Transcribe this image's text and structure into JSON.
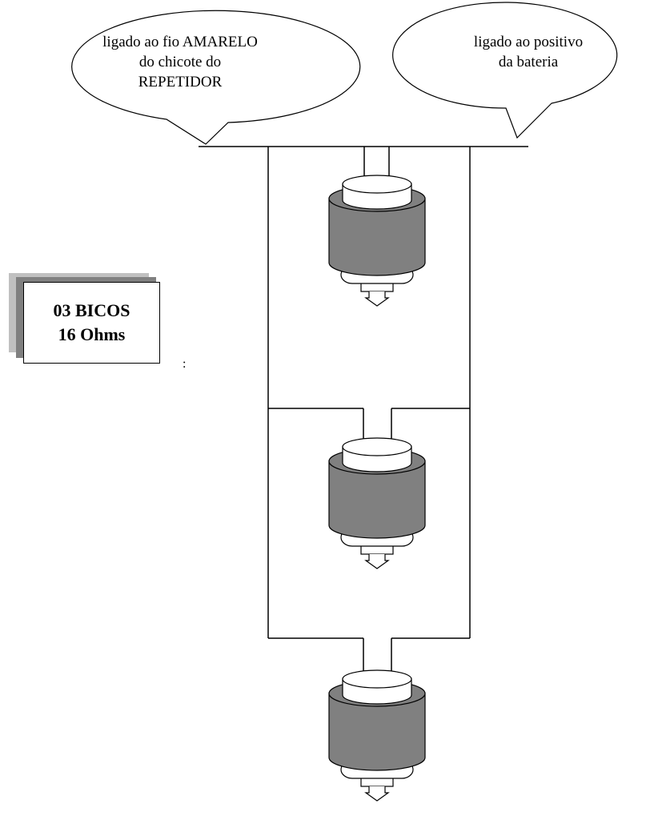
{
  "callouts": {
    "left": {
      "lines": [
        "ligado ao fio AMARELO",
        "do chicote do",
        "REPETIDOR"
      ]
    },
    "right": {
      "lines": [
        "ligado ao positivo",
        "da bateria"
      ]
    }
  },
  "badge": {
    "line1": "03 BICOS",
    "line2": "16 Ohms"
  },
  "stray_mark": ":",
  "colors": {
    "line": "#000000",
    "coil_body": "#808080",
    "badge_shadow_dark": "#808080",
    "badge_shadow_light": "#c0c0c0"
  },
  "injectors": [
    {
      "name": "injector-1"
    },
    {
      "name": "injector-2"
    },
    {
      "name": "injector-3"
    }
  ]
}
